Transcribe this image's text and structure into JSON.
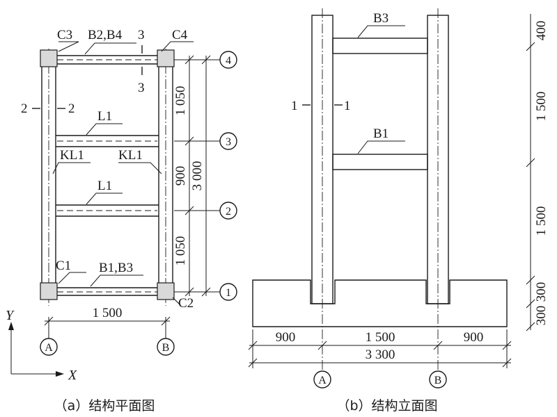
{
  "plan": {
    "labels": {
      "c3": "C3",
      "c4": "C4",
      "c1": "C1",
      "c2": "C2",
      "b2b4": "B2,B4",
      "b1b3": "B1,B3",
      "l1_top": "L1",
      "l1_bottom": "L1",
      "kl1_left": "KL1",
      "kl1_right": "KL1",
      "sec2_left": "2",
      "sec2_right": "2",
      "sec3_top": "3",
      "sec3_bottom": "3"
    },
    "dims": {
      "d1050_top": "1 050",
      "d900": "900",
      "d1050_bottom": "1 050",
      "d3000": "3 000",
      "d1500": "1 500"
    },
    "axes": {
      "row4": "4",
      "row3": "3",
      "row2": "2",
      "row1": "1",
      "colA": "A",
      "colB": "B"
    },
    "coord": {
      "y": "Y",
      "x": "X"
    },
    "caption": "（a）结构平面图"
  },
  "elevation": {
    "labels": {
      "b3": "B3",
      "b1": "B1",
      "sec1_left": "1",
      "sec1_right": "1"
    },
    "dims": {
      "d400": "400",
      "d1500_top": "1 500",
      "d1500_bottom": "1 500",
      "d300_top": "300",
      "d300_bottom": "300",
      "d900_left": "900",
      "d1500": "1 500",
      "d900_right": "900",
      "d3300": "3 300"
    },
    "axes": {
      "colA": "A",
      "colB": "B"
    },
    "caption": "（b）结构立面图"
  }
}
